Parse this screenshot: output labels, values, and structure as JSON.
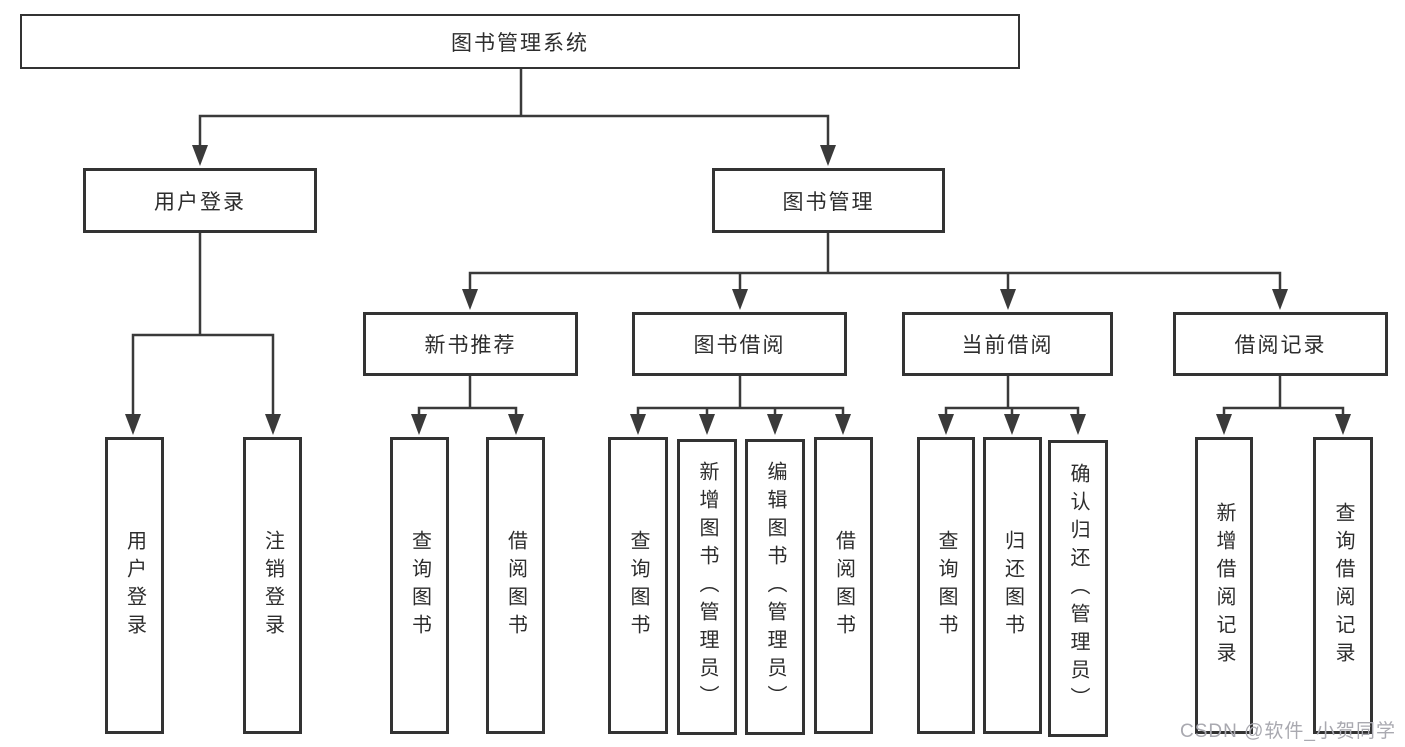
{
  "diagram": {
    "type": "hierarchy",
    "title": "图书管理系统",
    "watermark": "CSDN @软件_小贺同学",
    "colors": {
      "line": "#3a3a3a",
      "box_border": "#333333",
      "box_fill": "#ffffff",
      "text": "#2d2d2d",
      "watermark": "#a9a9b0",
      "background": "#ffffff"
    },
    "nodes": {
      "root": "图书管理系统",
      "user_login": "用户登录",
      "book_management": "图书管理",
      "new_book_recommend": "新书推荐",
      "book_borrowing": "图书借阅",
      "current_borrowing": "当前借阅",
      "borrowing_records": "借阅记录",
      "leaf_user_login": "用户登录",
      "leaf_logout": "注销登录",
      "leaf_recommend_query_books": "查询图书",
      "leaf_recommend_borrow_books": "借阅图书",
      "leaf_borrowing_query_books": "查询图书",
      "leaf_borrowing_add_books": "新增图书（管理员）",
      "leaf_borrowing_edit_books": "编辑图书（管理员）",
      "leaf_borrowing_borrow_books": "借阅图书",
      "leaf_current_query_books": "查询图书",
      "leaf_current_return_books": "归还图书",
      "leaf_current_confirm_return": "确认归还（管理员）",
      "leaf_records_add_record": "新增借阅记录",
      "leaf_records_query_record": "查询借阅记录"
    },
    "edges": [
      [
        "root",
        "user_login"
      ],
      [
        "root",
        "book_management"
      ],
      [
        "user_login",
        "leaf_user_login"
      ],
      [
        "user_login",
        "leaf_logout"
      ],
      [
        "book_management",
        "new_book_recommend"
      ],
      [
        "book_management",
        "book_borrowing"
      ],
      [
        "book_management",
        "current_borrowing"
      ],
      [
        "book_management",
        "borrowing_records"
      ],
      [
        "new_book_recommend",
        "leaf_recommend_query_books"
      ],
      [
        "new_book_recommend",
        "leaf_recommend_borrow_books"
      ],
      [
        "book_borrowing",
        "leaf_borrowing_query_books"
      ],
      [
        "book_borrowing",
        "leaf_borrowing_add_books"
      ],
      [
        "book_borrowing",
        "leaf_borrowing_edit_books"
      ],
      [
        "book_borrowing",
        "leaf_borrowing_borrow_books"
      ],
      [
        "current_borrowing",
        "leaf_current_query_books"
      ],
      [
        "current_borrowing",
        "leaf_current_return_books"
      ],
      [
        "current_borrowing",
        "leaf_current_confirm_return"
      ],
      [
        "borrowing_records",
        "leaf_records_add_record"
      ],
      [
        "borrowing_records",
        "leaf_records_query_record"
      ]
    ]
  }
}
